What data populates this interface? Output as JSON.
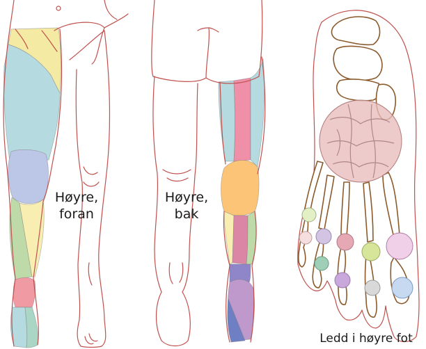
{
  "labels": {
    "front": [
      "Høyre,",
      "foran"
    ],
    "back": [
      "Høyre,",
      "bak"
    ],
    "foot": "Ledd i høyre fot"
  },
  "colors": {
    "skin_outline": "#c0504d",
    "bone_outline": "#8b5a2b",
    "hip_front": "#f4eaa4",
    "thigh_front": "#b5dbe0",
    "knee_front": "#bcc6e6",
    "shin_green": "#bddaa8",
    "shin_yellow": "#f8eeb2",
    "ankle_front": "#f09aa4",
    "foot_light_blue": "#b5dbe0",
    "foot_green": "#a9d6c5",
    "thigh_back_pink": "#ef8fa8",
    "knee_back": "#fbc477",
    "calf_pink": "#dc86a6",
    "ankle_back": "#8f86c9",
    "heel_back": "#bf99cc",
    "heel_back_blue": "#6f7fc4",
    "midfoot_joint": "#e9bcbc",
    "toe_joint_1": "#f0d0e8",
    "toe_joint_2": "#c6d9f1",
    "toe_joint_3": "#d6e59a"
  }
}
